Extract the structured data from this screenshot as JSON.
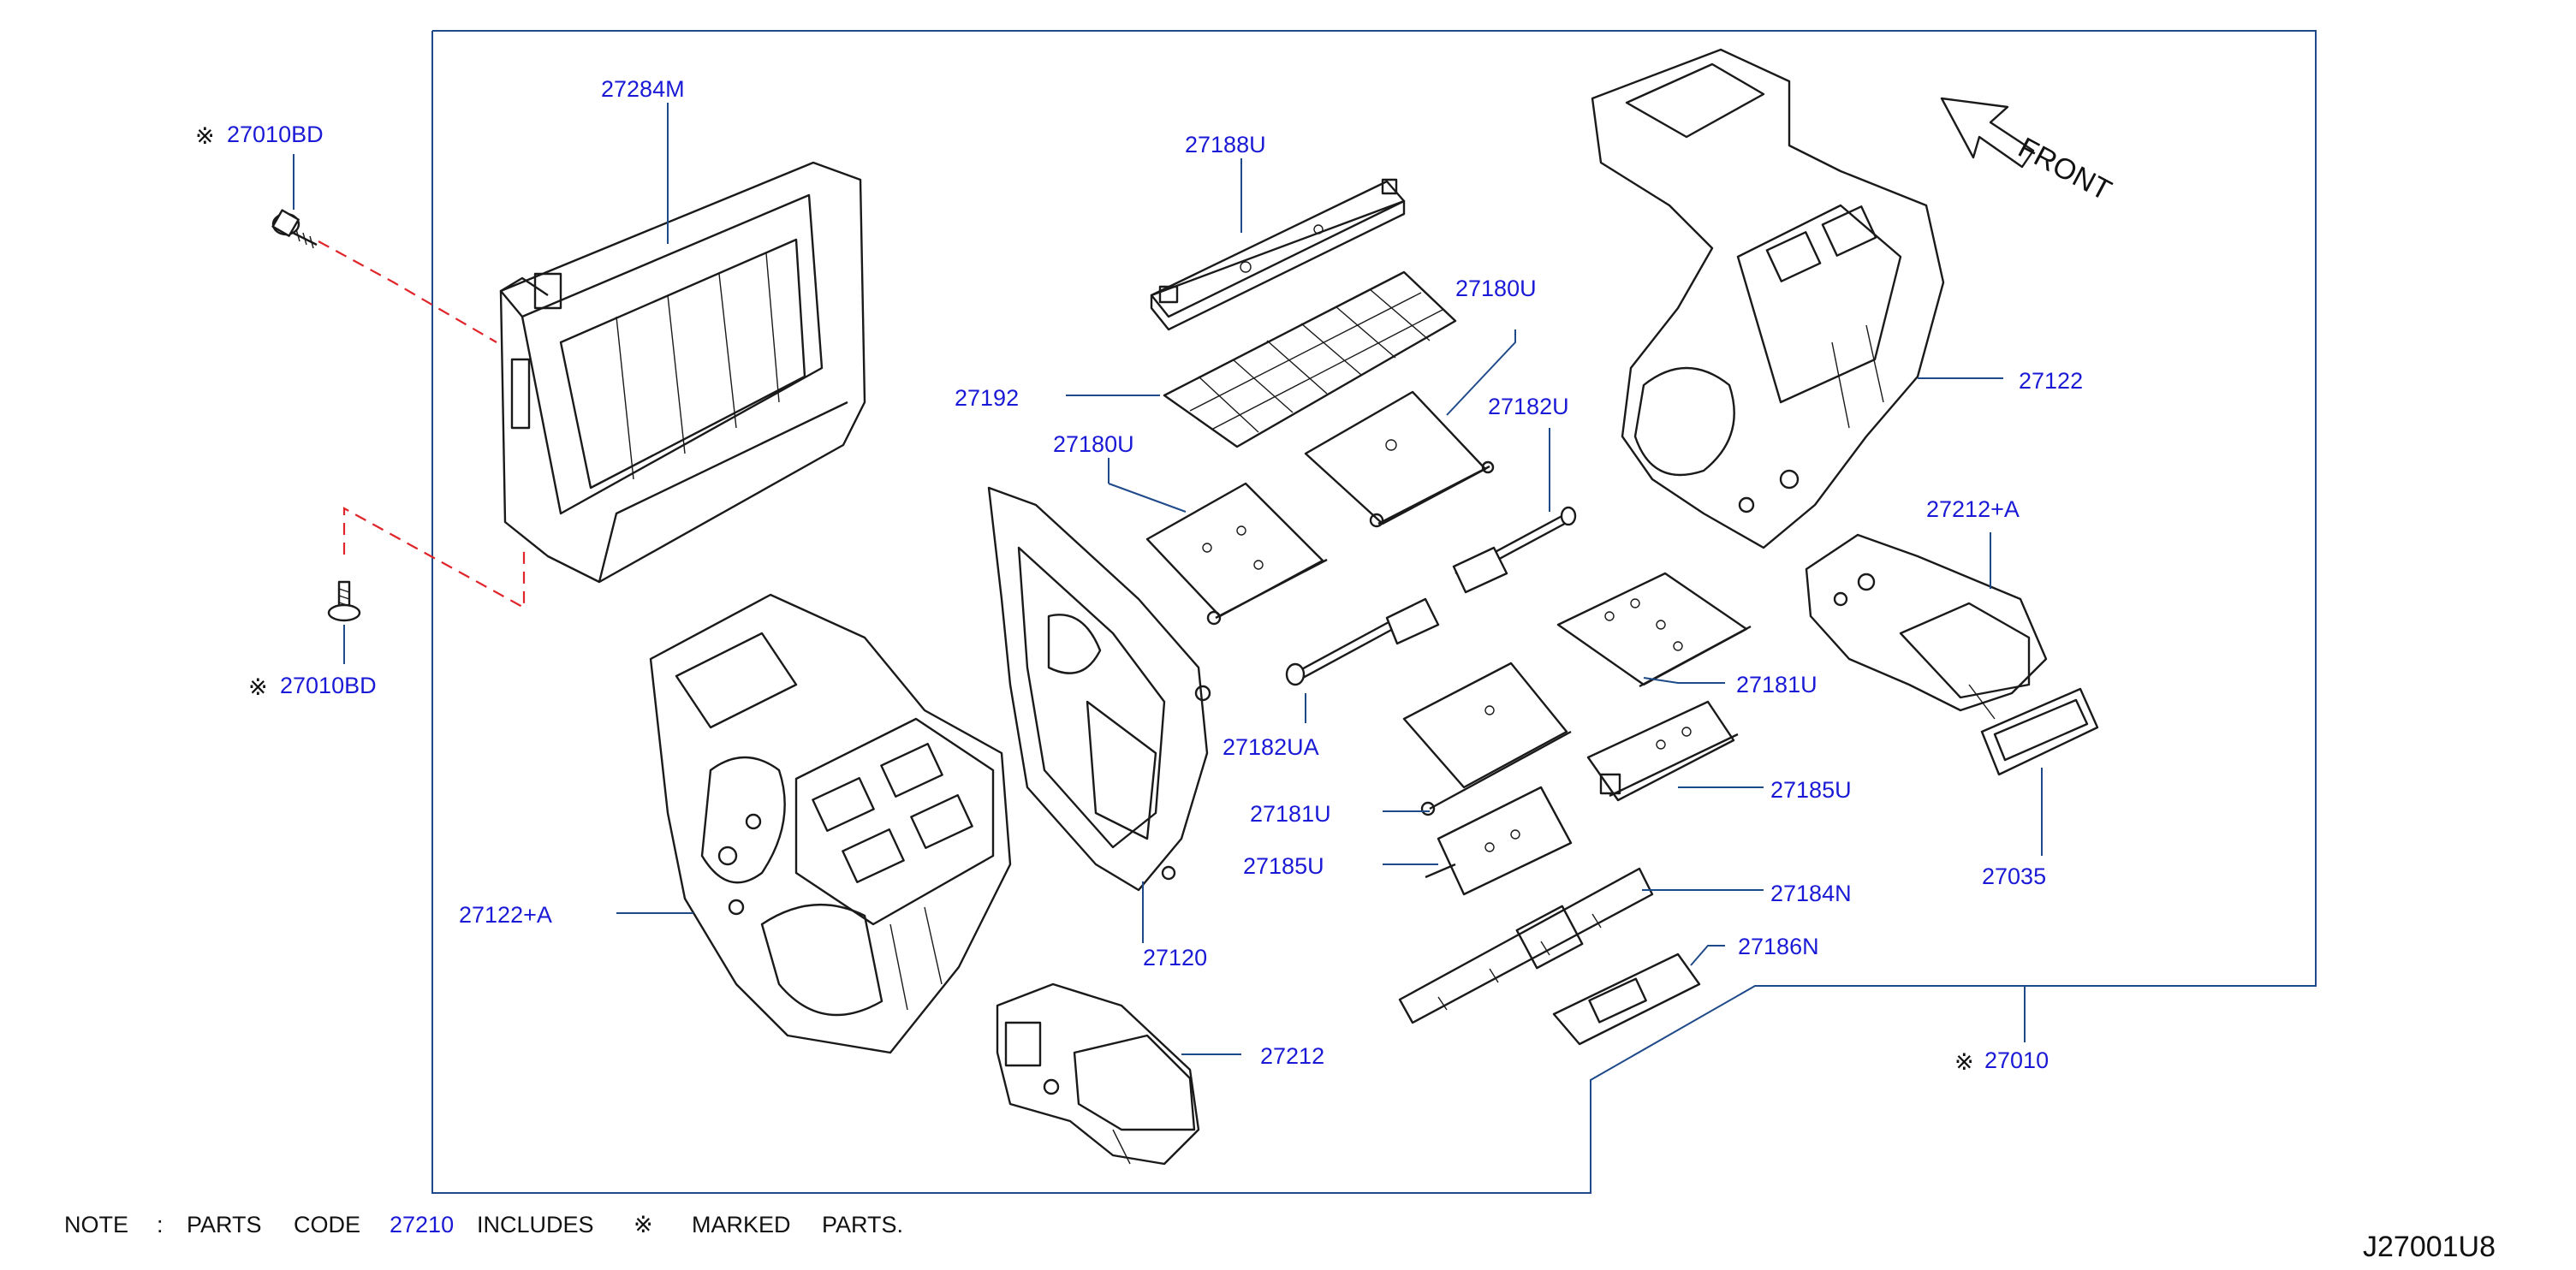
{
  "diagram": {
    "direction_label": "FRONT",
    "reference_code": "J27001U8",
    "mark_symbol": "※",
    "note": {
      "prefix": "NOTE",
      "colon": ":",
      "w1": "PARTS",
      "w2": "CODE",
      "code": "27210",
      "w3": "INCLUDES",
      "mark": "※",
      "w4": "MARKED",
      "w5": "PARTS."
    },
    "parts": {
      "p27010BD_top": "27010BD",
      "p27010BD_bottom": "27010BD",
      "p27284M": "27284M",
      "p27188U": "27188U",
      "p27180U_upper": "27180U",
      "p27180U_lower": "27180U",
      "p27192": "27192",
      "p27182U": "27182U",
      "p27182UA": "27182UA",
      "p27181U_right": "27181U",
      "p27181U_left": "27181U",
      "p27185U_right": "27185U",
      "p27185U_left": "27185U",
      "p27184N": "27184N",
      "p27186N": "27186N",
      "p27122": "27122",
      "p27122A": "27122+A",
      "p27212A": "27212+A",
      "p27035": "27035",
      "p27120": "27120",
      "p27212": "27212",
      "p27010": "27010"
    }
  }
}
